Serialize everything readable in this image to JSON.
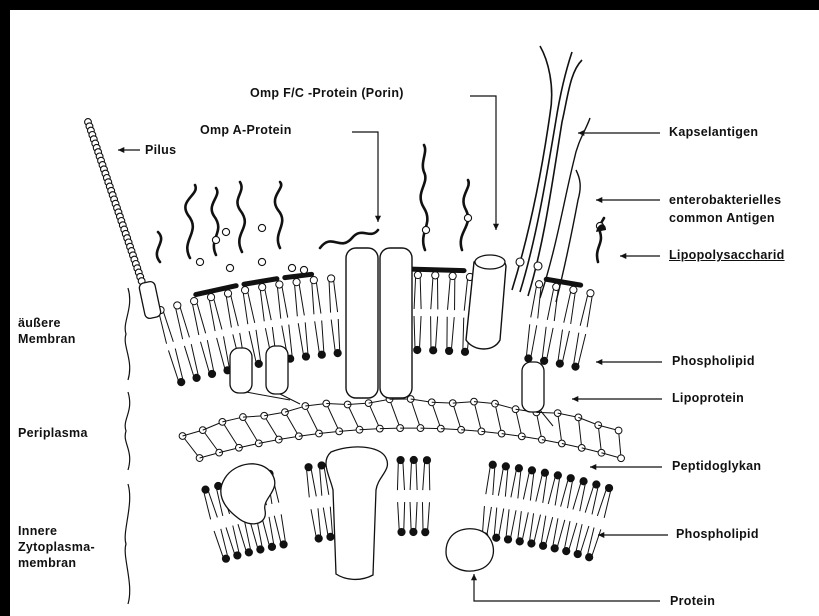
{
  "diagram": {
    "labels": {
      "omp_fc": "Omp F/C -Protein (Porin)",
      "omp_a": "Omp A-Protein",
      "pilus": "Pilus",
      "kapsel": "Kapselantigen",
      "entero_1": "enterobakterielles",
      "entero_2": "common Antigen",
      "lps": "Lipopolysaccharid",
      "aussere_1": "äußere",
      "aussere_2": "Membran",
      "phospholipid_outer": "Phospholipid",
      "lipoprotein": "Lipoprotein",
      "periplasma": "Periplasma",
      "peptidoglykan": "Peptidoglykan",
      "innere_1": "Innere",
      "innere_2": "Zytoplasma-",
      "innere_3": "membran",
      "phospholipid_inner": "Phospholipid",
      "protein": "Protein"
    }
  }
}
